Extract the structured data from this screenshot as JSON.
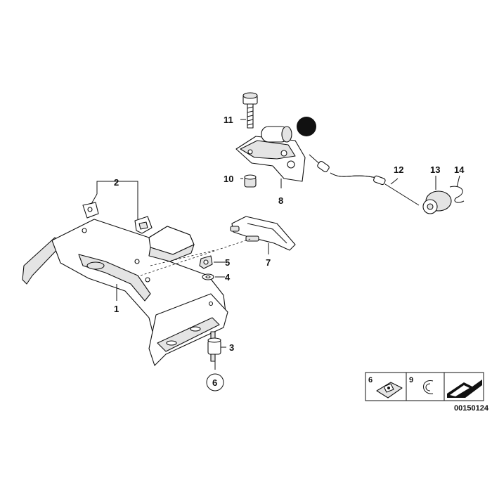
{
  "callouts": [
    {
      "id": "1",
      "label": "1"
    },
    {
      "id": "2",
      "label": "2"
    },
    {
      "id": "3",
      "label": "3"
    },
    {
      "id": "4",
      "label": "4"
    },
    {
      "id": "5",
      "label": "5"
    },
    {
      "id": "6",
      "label": "6"
    },
    {
      "id": "7",
      "label": "7"
    },
    {
      "id": "8",
      "label": "8"
    },
    {
      "id": "10",
      "label": "10"
    },
    {
      "id": "11",
      "label": "11"
    },
    {
      "id": "12",
      "label": "12"
    },
    {
      "id": "13",
      "label": "13"
    },
    {
      "id": "14",
      "label": "14"
    }
  ],
  "reference_box": {
    "items": [
      {
        "label": "6"
      },
      {
        "label": "9"
      }
    ],
    "arrow_icon": "arrow-down-left-icon"
  },
  "diagram_number": "00150124",
  "colors": {
    "line": "#111111",
    "fill": "#ffffff",
    "shade": "#e4e4e4",
    "cap": "#111111"
  }
}
